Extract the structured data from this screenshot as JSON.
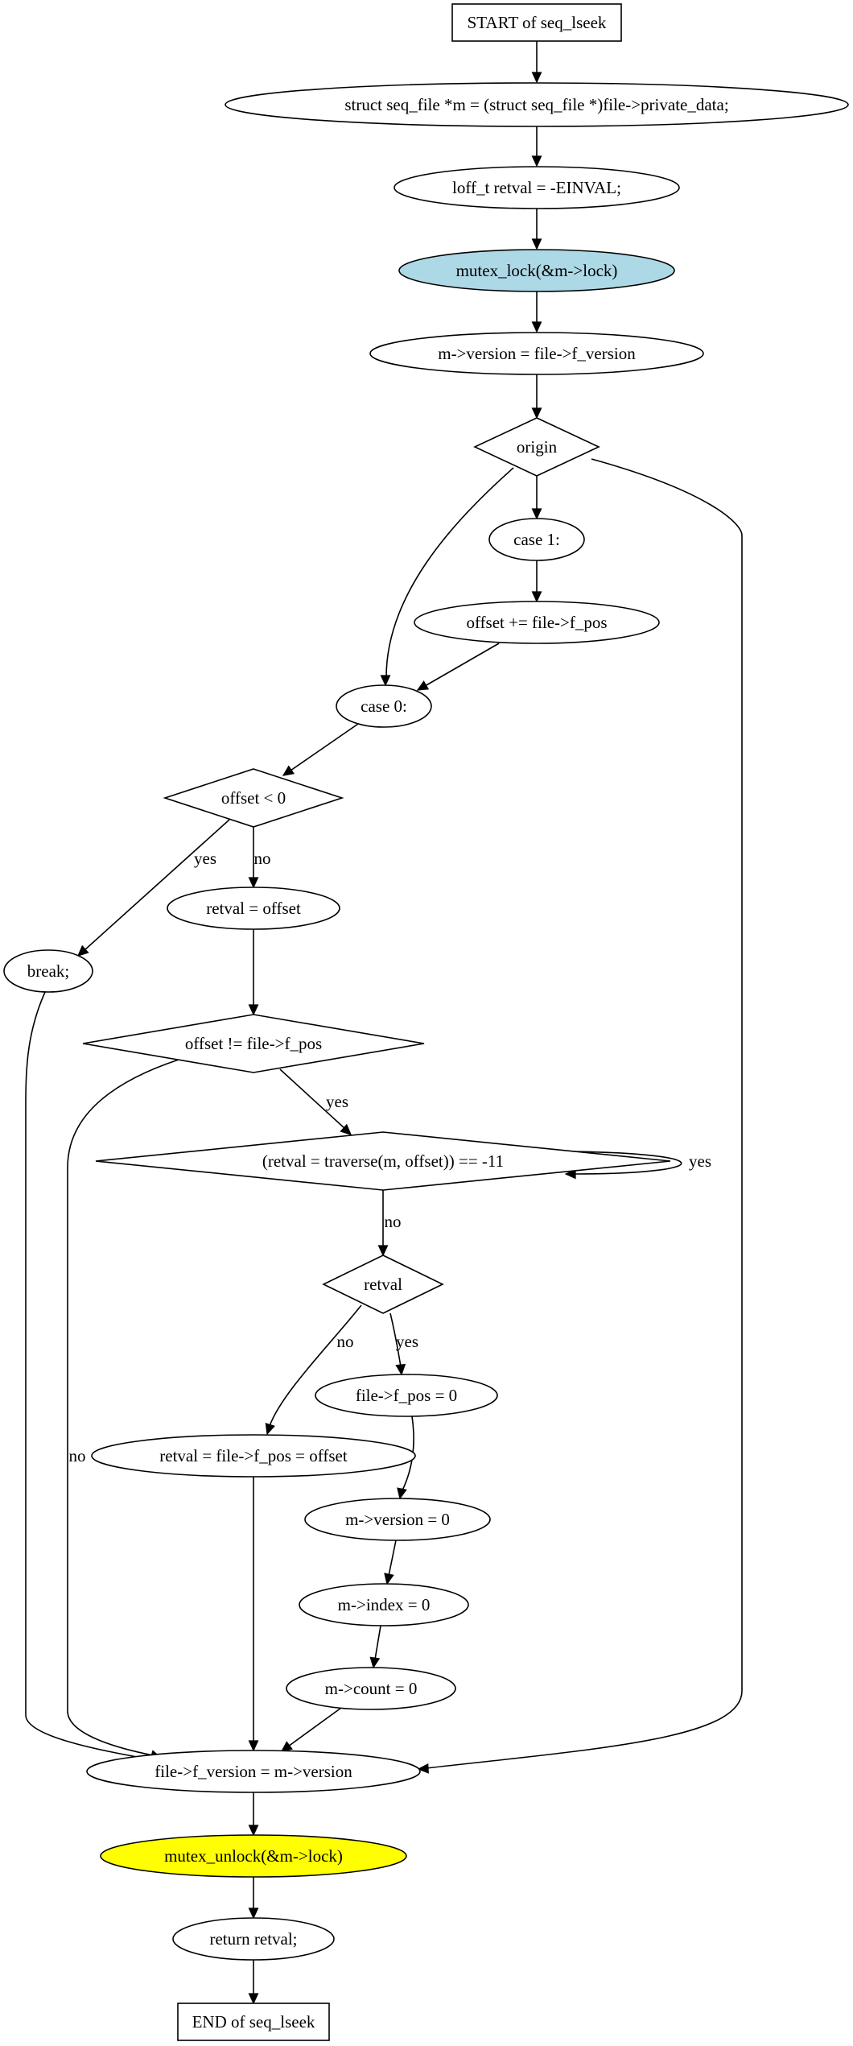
{
  "colors": {
    "default_fill": "#ffffff",
    "lock_fill": "#add8e6",
    "unlock_fill": "#ffff00",
    "stroke": "#000000"
  },
  "nodes": {
    "start": {
      "label": "START of seq_lseek",
      "shape": "box"
    },
    "m_decl": {
      "label": "struct seq_file *m = (struct seq_file *)file->private_data;",
      "shape": "ellipse"
    },
    "retval_decl": {
      "label": "loff_t retval = -EINVAL;",
      "shape": "ellipse"
    },
    "mutex_lock": {
      "label": "mutex_lock(&m->lock)",
      "shape": "ellipse",
      "fill": "lock_fill"
    },
    "version_assign": {
      "label": "m->version = file->f_version",
      "shape": "ellipse"
    },
    "origin": {
      "label": "origin",
      "shape": "diamond"
    },
    "case1": {
      "label": "case 1:",
      "shape": "ellipse"
    },
    "offset_add": {
      "label": "offset += file->f_pos",
      "shape": "ellipse"
    },
    "case0": {
      "label": "case 0:",
      "shape": "ellipse"
    },
    "offset_lt0": {
      "label": "offset < 0",
      "shape": "diamond"
    },
    "break": {
      "label": "break;",
      "shape": "ellipse"
    },
    "retval_offset": {
      "label": "retval = offset",
      "shape": "ellipse"
    },
    "offset_ne_fpos": {
      "label": "offset != file->f_pos",
      "shape": "diamond"
    },
    "traverse": {
      "label": "(retval = traverse(m, offset)) == -11",
      "shape": "diamond"
    },
    "retval_check": {
      "label": "retval",
      "shape": "diamond"
    },
    "fpos_zero": {
      "label": "file->f_pos = 0",
      "shape": "ellipse"
    },
    "retval_fpos": {
      "label": "retval = file->f_pos = offset",
      "shape": "ellipse"
    },
    "version_zero": {
      "label": "m->version = 0",
      "shape": "ellipse"
    },
    "index_zero": {
      "label": "m->index = 0",
      "shape": "ellipse"
    },
    "count_zero": {
      "label": "m->count = 0",
      "shape": "ellipse"
    },
    "f_version": {
      "label": "file->f_version = m->version",
      "shape": "ellipse"
    },
    "mutex_unlock": {
      "label": "mutex_unlock(&m->lock)",
      "shape": "ellipse",
      "fill": "unlock_fill"
    },
    "return": {
      "label": "return retval;",
      "shape": "ellipse"
    },
    "end": {
      "label": "END of seq_lseek",
      "shape": "box"
    }
  },
  "edges": [
    {
      "from": "start",
      "to": "m_decl",
      "label": ""
    },
    {
      "from": "m_decl",
      "to": "retval_decl",
      "label": ""
    },
    {
      "from": "retval_decl",
      "to": "mutex_lock",
      "label": ""
    },
    {
      "from": "mutex_lock",
      "to": "version_assign",
      "label": ""
    },
    {
      "from": "version_assign",
      "to": "origin",
      "label": ""
    },
    {
      "from": "origin",
      "to": "case1",
      "label": ""
    },
    {
      "from": "origin",
      "to": "case0",
      "label": ""
    },
    {
      "from": "origin",
      "to": "f_version",
      "label": ""
    },
    {
      "from": "case1",
      "to": "offset_add",
      "label": ""
    },
    {
      "from": "offset_add",
      "to": "case0",
      "label": ""
    },
    {
      "from": "case0",
      "to": "offset_lt0",
      "label": ""
    },
    {
      "from": "offset_lt0",
      "to": "break",
      "label": "yes"
    },
    {
      "from": "offset_lt0",
      "to": "retval_offset",
      "label": "no"
    },
    {
      "from": "break",
      "to": "f_version",
      "label": ""
    },
    {
      "from": "retval_offset",
      "to": "offset_ne_fpos",
      "label": ""
    },
    {
      "from": "offset_ne_fpos",
      "to": "traverse",
      "label": "yes"
    },
    {
      "from": "offset_ne_fpos",
      "to": "f_version",
      "label": "no"
    },
    {
      "from": "traverse",
      "to": "traverse",
      "label": "yes"
    },
    {
      "from": "traverse",
      "to": "retval_check",
      "label": "no"
    },
    {
      "from": "retval_check",
      "to": "retval_fpos",
      "label": "no"
    },
    {
      "from": "retval_check",
      "to": "fpos_zero",
      "label": "yes"
    },
    {
      "from": "fpos_zero",
      "to": "version_zero",
      "label": ""
    },
    {
      "from": "version_zero",
      "to": "index_zero",
      "label": ""
    },
    {
      "from": "index_zero",
      "to": "count_zero",
      "label": ""
    },
    {
      "from": "count_zero",
      "to": "f_version",
      "label": ""
    },
    {
      "from": "retval_fpos",
      "to": "f_version",
      "label": ""
    },
    {
      "from": "f_version",
      "to": "mutex_unlock",
      "label": ""
    },
    {
      "from": "mutex_unlock",
      "to": "return",
      "label": ""
    },
    {
      "from": "return",
      "to": "end",
      "label": ""
    }
  ]
}
